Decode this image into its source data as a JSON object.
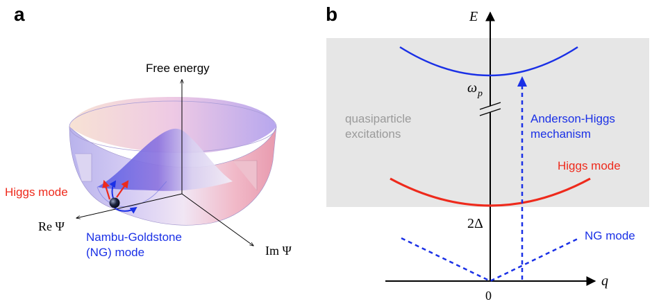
{
  "panel_a": {
    "label": "a",
    "axis_vertical": "Free energy",
    "axis_re": "Re Ψ",
    "axis_im": "Im Ψ",
    "higgs_label": "Higgs mode",
    "ng_label_line1": "Nambu-Goldstone",
    "ng_label_line2": "(NG) mode"
  },
  "panel_b": {
    "label": "b",
    "y_axis": "E",
    "x_axis": "q",
    "origin": "0",
    "plasma_frequency": "ω",
    "plasma_frequency_sub": "p",
    "gap": "2Δ",
    "quasiparticle_line1": "quasiparticle",
    "quasiparticle_line2": "excitations",
    "anderson_line1": "Anderson-Higgs",
    "anderson_line2": "mechanism",
    "higgs_mode": "Higgs mode",
    "ng_mode": "NG mode"
  },
  "colors": {
    "higgs": "#ee2a1c",
    "ng": "#1a30e6",
    "shaded": "#e6e6e6",
    "quasiparticle_text": "#9a9a9a"
  }
}
